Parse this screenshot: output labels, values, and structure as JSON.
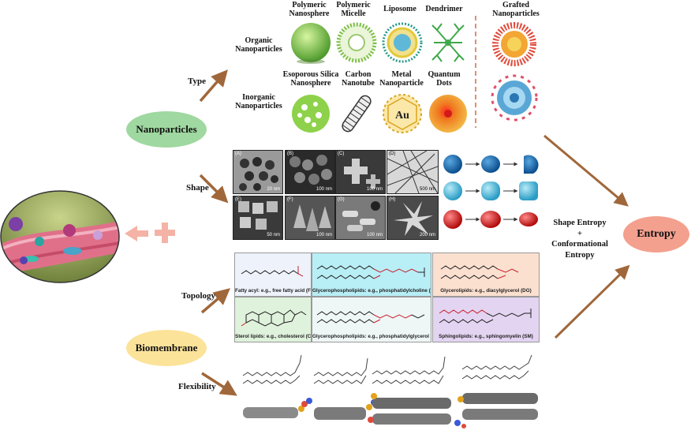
{
  "nodes": {
    "nanoparticles": "Nanoparticles",
    "biomembrane": "Biomembrane",
    "entropy": "Entropy"
  },
  "branches": {
    "type": "Type",
    "shape": "Shape",
    "topology": "Topology",
    "flexibility": "Flexibility"
  },
  "categories": {
    "organic": "Organic\nNanoparticles",
    "inorganic": "Inorganic\nNanoparticles"
  },
  "organic_types": [
    {
      "label": "Polymeric\nNanosphere"
    },
    {
      "label": "Polymeric\nMicelle"
    },
    {
      "label": "Liposome"
    },
    {
      "label": "Dendrimer"
    }
  ],
  "inorganic_types": [
    {
      "label": "Esoporous Silica\nNanosphere"
    },
    {
      "label": "Carbon\nNanotube"
    },
    {
      "label": "Metal\nNanoparticle"
    },
    {
      "label": "Quantum\nDots"
    }
  ],
  "grafted": "Grafted\nNanoparticles",
  "metal_symbol": "Au",
  "em_panels": [
    {
      "id": "(A)",
      "scale": "20 nm"
    },
    {
      "id": "(B)",
      "scale": "100 nm"
    },
    {
      "id": "(C)",
      "scale": "100 nm"
    },
    {
      "id": "(D)",
      "scale": "500 nm"
    },
    {
      "id": "(E)",
      "scale": "50 nm"
    },
    {
      "id": "(F)",
      "scale": "100 nm"
    },
    {
      "id": "(G)",
      "scale": "100 nm"
    },
    {
      "id": "(H)",
      "scale": "200 nm"
    }
  ],
  "entropy_text": "Shape Entropy\n+\nConformational\nEntropy",
  "lipids": [
    "Fatty acyl: e.g., free fatty acid (FFA)",
    "Glycerophospholipids: e.g., phosphatidylcholine (PC)",
    "Glycerolipids: e.g., diacylglycerol (DG)",
    "Sterol lipids: e.g., cholesterol (Cho)",
    "Glycerophospholipids: e.g., phosphatidylglycerol (PG)",
    "Sphingolipids: e.g., sphingomyelin (SM)"
  ],
  "colors": {
    "nanoparticles_node": "#9fd8a0",
    "biomembrane_node": "#fbe39a",
    "entropy_node": "#f4a08e",
    "arrow": "#a0673a",
    "plus": "#f4b3a6"
  }
}
